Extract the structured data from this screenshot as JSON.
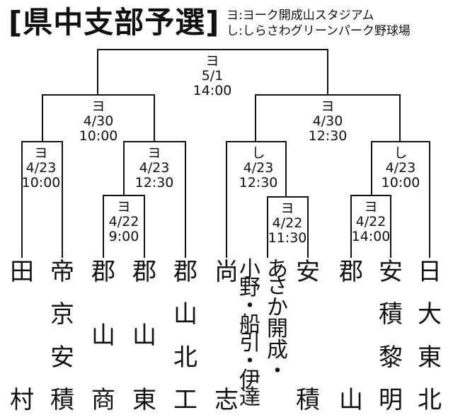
{
  "title": "[県中支部予選]",
  "legend": [
    "ヨ:ヨーク開成山スタジアム",
    "し:しらさわグリーンパーク野球場"
  ],
  "matches": [
    {
      "id": "final",
      "venue": "ヨ",
      "date": "5/1",
      "time": "14:00"
    },
    {
      "id": "semi-left",
      "venue": "ヨ",
      "date": "4/30",
      "time": "10:00"
    },
    {
      "id": "semi-right",
      "venue": "ヨ",
      "date": "4/30",
      "time": "12:30"
    },
    {
      "id": "qf-1",
      "venue": "ヨ",
      "date": "4/23",
      "time": "10:00"
    },
    {
      "id": "qf-2",
      "venue": "ヨ",
      "date": "4/23",
      "time": "12:30"
    },
    {
      "id": "qf-3",
      "venue": "し",
      "date": "4/23",
      "time": "12:30"
    },
    {
      "id": "qf-4",
      "venue": "し",
      "date": "4/23",
      "time": "10:00"
    },
    {
      "id": "r1-1",
      "venue": "ヨ",
      "date": "4/22",
      "time": "9:00"
    },
    {
      "id": "r1-2",
      "venue": "ヨ",
      "date": "4/22",
      "time": "11:30"
    },
    {
      "id": "r1-3",
      "venue": "ヨ",
      "date": "4/22",
      "time": "14:00"
    }
  ],
  "teams": [
    {
      "name": "田村",
      "chars": [
        "田",
        "村"
      ]
    },
    {
      "name": "帝京安積",
      "chars": [
        "帝",
        "京",
        "安",
        "積"
      ]
    },
    {
      "name": "郡山商",
      "chars": [
        "郡",
        "山",
        "商"
      ]
    },
    {
      "name": "郡山東",
      "chars": [
        "郡",
        "山",
        "東"
      ]
    },
    {
      "name": "郡山北工",
      "chars": [
        "郡",
        "山",
        "北",
        "工"
      ]
    },
    {
      "name": "尚志",
      "chars": [
        "尚",
        "志"
      ]
    },
    {
      "name": "小野・船引・伊達",
      "chars": [
        "小",
        "野",
        "・",
        "船",
        "引",
        "・",
        "伊",
        "達"
      ]
    },
    {
      "name": "あさか開成・",
      "chars": [
        "あ",
        "さ",
        "か",
        "開",
        "成",
        "・"
      ]
    },
    {
      "name": "安積",
      "chars": [
        "安",
        "積"
      ]
    },
    {
      "name": "郡山",
      "chars": [
        "郡",
        "山"
      ]
    },
    {
      "name": "安積黎明",
      "chars": [
        "安",
        "積",
        "黎",
        "明"
      ]
    },
    {
      "name": "日大東北",
      "chars": [
        "日",
        "大",
        "東",
        "北"
      ]
    }
  ]
}
